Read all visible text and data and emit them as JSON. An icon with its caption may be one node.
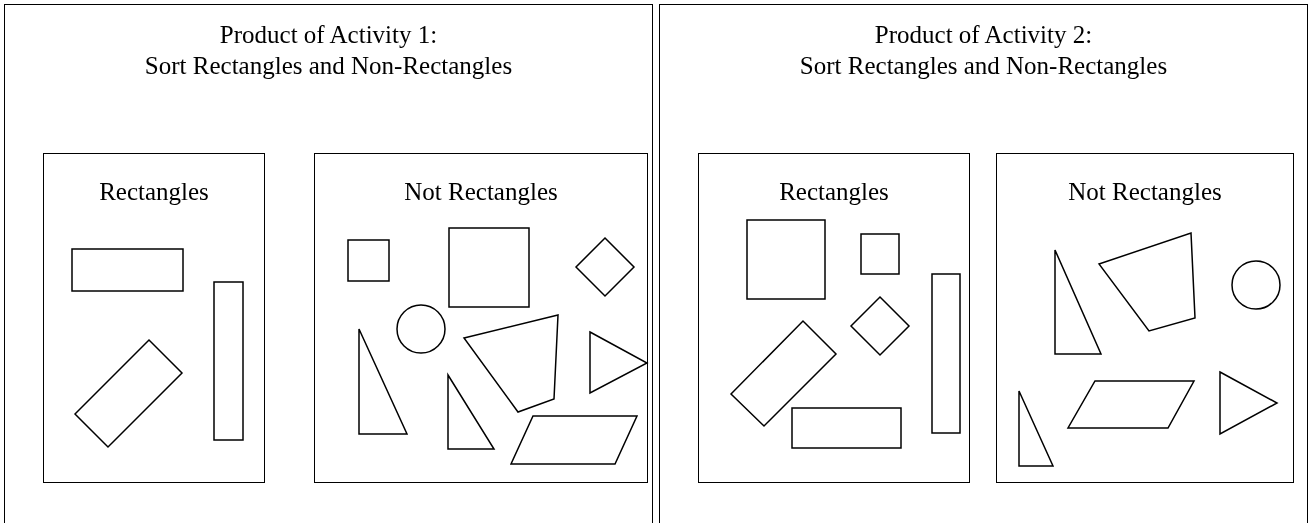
{
  "diagram": {
    "nodes": [
      {
        "text": [
          "Product of Activity 1: Sort Rectangles and Non-Rectangles"
        ]
      },
      {
        "text": [
          "Rectangles"
        ],
        "in": 0
      },
      {
        "text": [
          "Not Rectangles"
        ],
        "in": 0
      },
      {
        "text": [
          "Product of Activity 2: Sort Rectangles and Non-Rectangles"
        ]
      },
      {
        "text": [
          "Rectangles"
        ],
        "in": 3
      },
      {
        "text": [
          "Not Rectangles"
        ],
        "in": 3
      }
    ]
  }
}
